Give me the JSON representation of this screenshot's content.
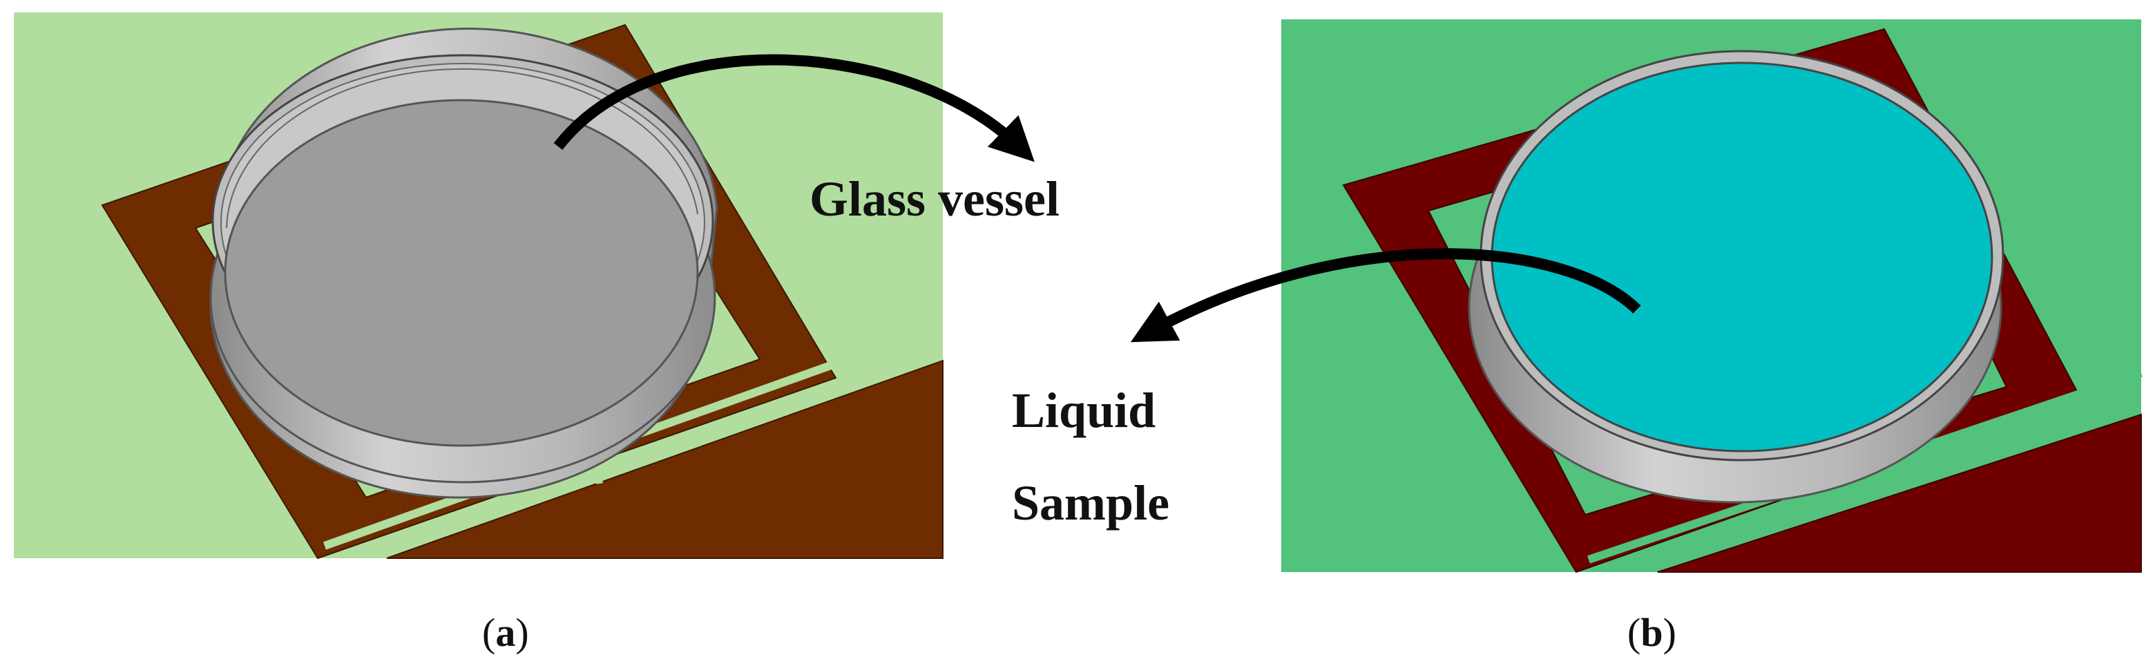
{
  "figure": {
    "panels": [
      {
        "id": "a",
        "caption_open": "(",
        "caption_letter": "a",
        "caption_close": ")",
        "annotation": "Glass vessel",
        "colors": {
          "background": "#b1de9e",
          "board": "#6e2c00",
          "vessel_fill": "#9c9c9c"
        }
      },
      {
        "id": "b",
        "caption_open": "(",
        "caption_letter": "b",
        "caption_close": ")",
        "annotation_line1": "Liquid",
        "annotation_line2": "Sample",
        "colors": {
          "background": "#52c27c",
          "board": "#6e0000",
          "liquid_fill": "#00c0c4"
        }
      }
    ],
    "colors": {
      "vessel_wall": "#b3b3b3",
      "arrow": "#000000"
    }
  }
}
